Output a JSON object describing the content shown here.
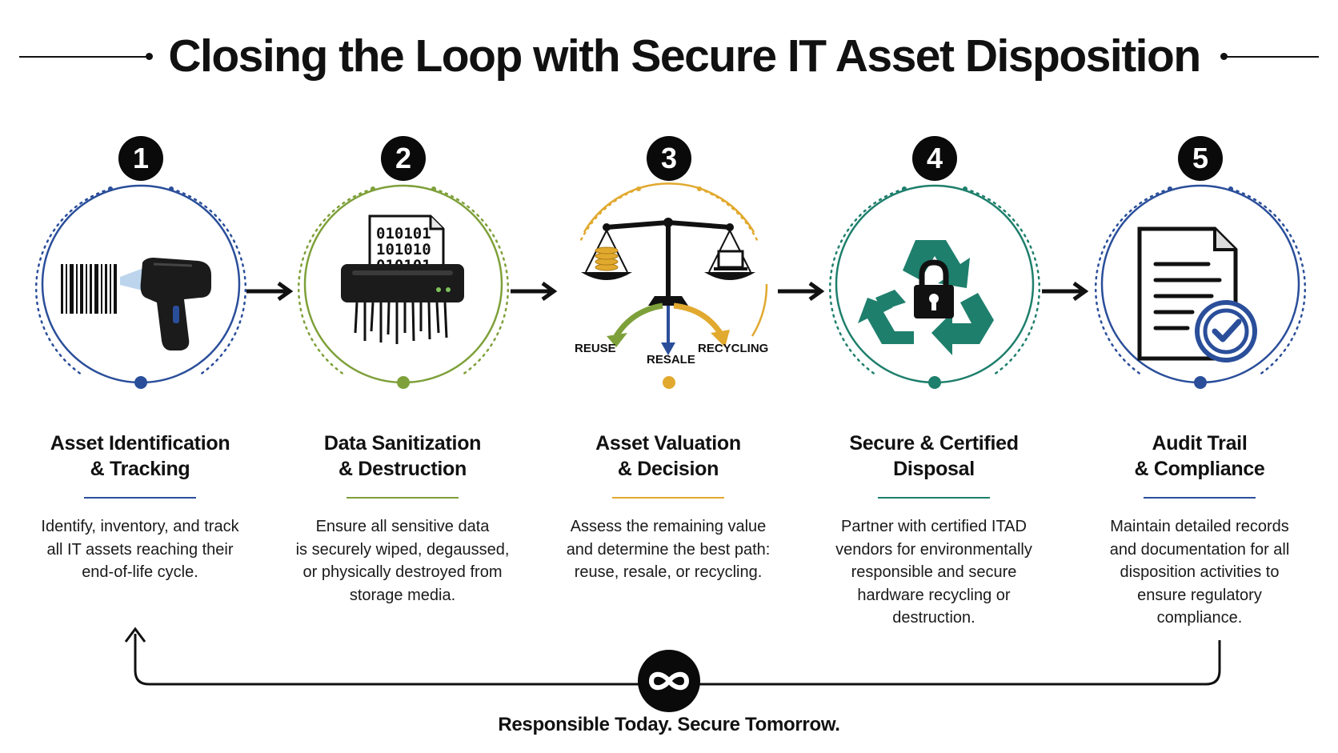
{
  "header": {
    "title": "Closing the Loop with Secure IT Asset Disposition"
  },
  "colors": {
    "step1": "#2a4e9a",
    "step2": "#7ea03a",
    "step3": "#e1a92e",
    "step4": "#1e7f6c",
    "step5": "#2a4e9a"
  },
  "steps": [
    {
      "number": "1",
      "icon": "barcode-scanner-icon",
      "title_line1": "Asset Identification",
      "title_line2": "& Tracking",
      "desc_line1": "Identify, inventory, and track",
      "desc_line2": "all IT assets reaching their",
      "desc_line3": "end-of-life cycle."
    },
    {
      "number": "2",
      "icon": "paper-shredder-icon",
      "title_line1": "Data Sanitization",
      "title_line2": "& Destruction",
      "desc_line1": "Ensure all sensitive data",
      "desc_line2": "is securely wiped, degaussed,",
      "desc_line3": "or physically destroyed from",
      "desc_line4": "storage media.",
      "binary_lines": [
        "010101",
        "101010",
        "010101"
      ]
    },
    {
      "number": "3",
      "icon": "balance-scale-icon",
      "title_line1": "Asset Valuation",
      "title_line2": "& Decision",
      "desc_line1": "Assess the remaining value",
      "desc_line2": "and determine the best path:",
      "desc_line3": "reuse, resale, or recycling.",
      "paths": [
        "REUSE",
        "RESALE",
        "RECYCLING"
      ]
    },
    {
      "number": "4",
      "icon": "recycle-lock-icon",
      "title_line1": "Secure & Certified",
      "title_line2": "Disposal",
      "desc_line1": "Partner with certified ITAD",
      "desc_line2": "vendors for environmentally",
      "desc_line3": "responsible and secure",
      "desc_line4": "hardware recycling or",
      "desc_line5": "destruction."
    },
    {
      "number": "5",
      "icon": "document-check-icon",
      "title_line1": "Audit Trail",
      "title_line2": "& Compliance",
      "desc_line1": "Maintain detailed records",
      "desc_line2": "and documentation for all",
      "desc_line3": "disposition activities to",
      "desc_line4": "ensure regulatory",
      "desc_line5": "compliance."
    }
  ],
  "footer": {
    "tagline": "Responsible Today. Secure Tomorrow.",
    "icon": "infinity-icon"
  }
}
